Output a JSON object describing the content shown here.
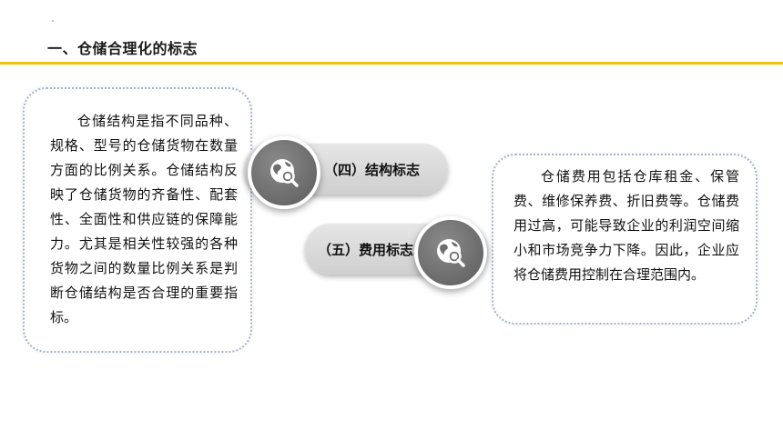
{
  "header": {
    "title": "一、仓储合理化的标志"
  },
  "colors": {
    "accent": "#f2c20e",
    "card_border": "#a9b1c7",
    "pill_fill": "#dcdcdc",
    "disc_fill": "#737373"
  },
  "left_card": {
    "text": "仓储结构是指不同品种、规格、型号的仓储货物在数量方面的比例关系。仓储结构反映了仓储货物的齐备性、配套性、全面性和供应链的保障能力。尤其是相关性较强的各种货物之间的数量比例关系是判断仓储结构是否合理的重要指标。"
  },
  "right_card": {
    "text": "仓储费用包括仓库租金、保管费、维修保养费、折旧费等。仓储费用过高，可能导致企业的利润空间缩小和市场竞争力下降。因此，企业应将仓储费用控制在合理范围内。"
  },
  "labels": {
    "structure": "（四）结构标志",
    "cost": "（五）费用标志"
  },
  "icons": {
    "disc_1": "globe-search-icon",
    "disc_2": "globe-search-icon"
  }
}
